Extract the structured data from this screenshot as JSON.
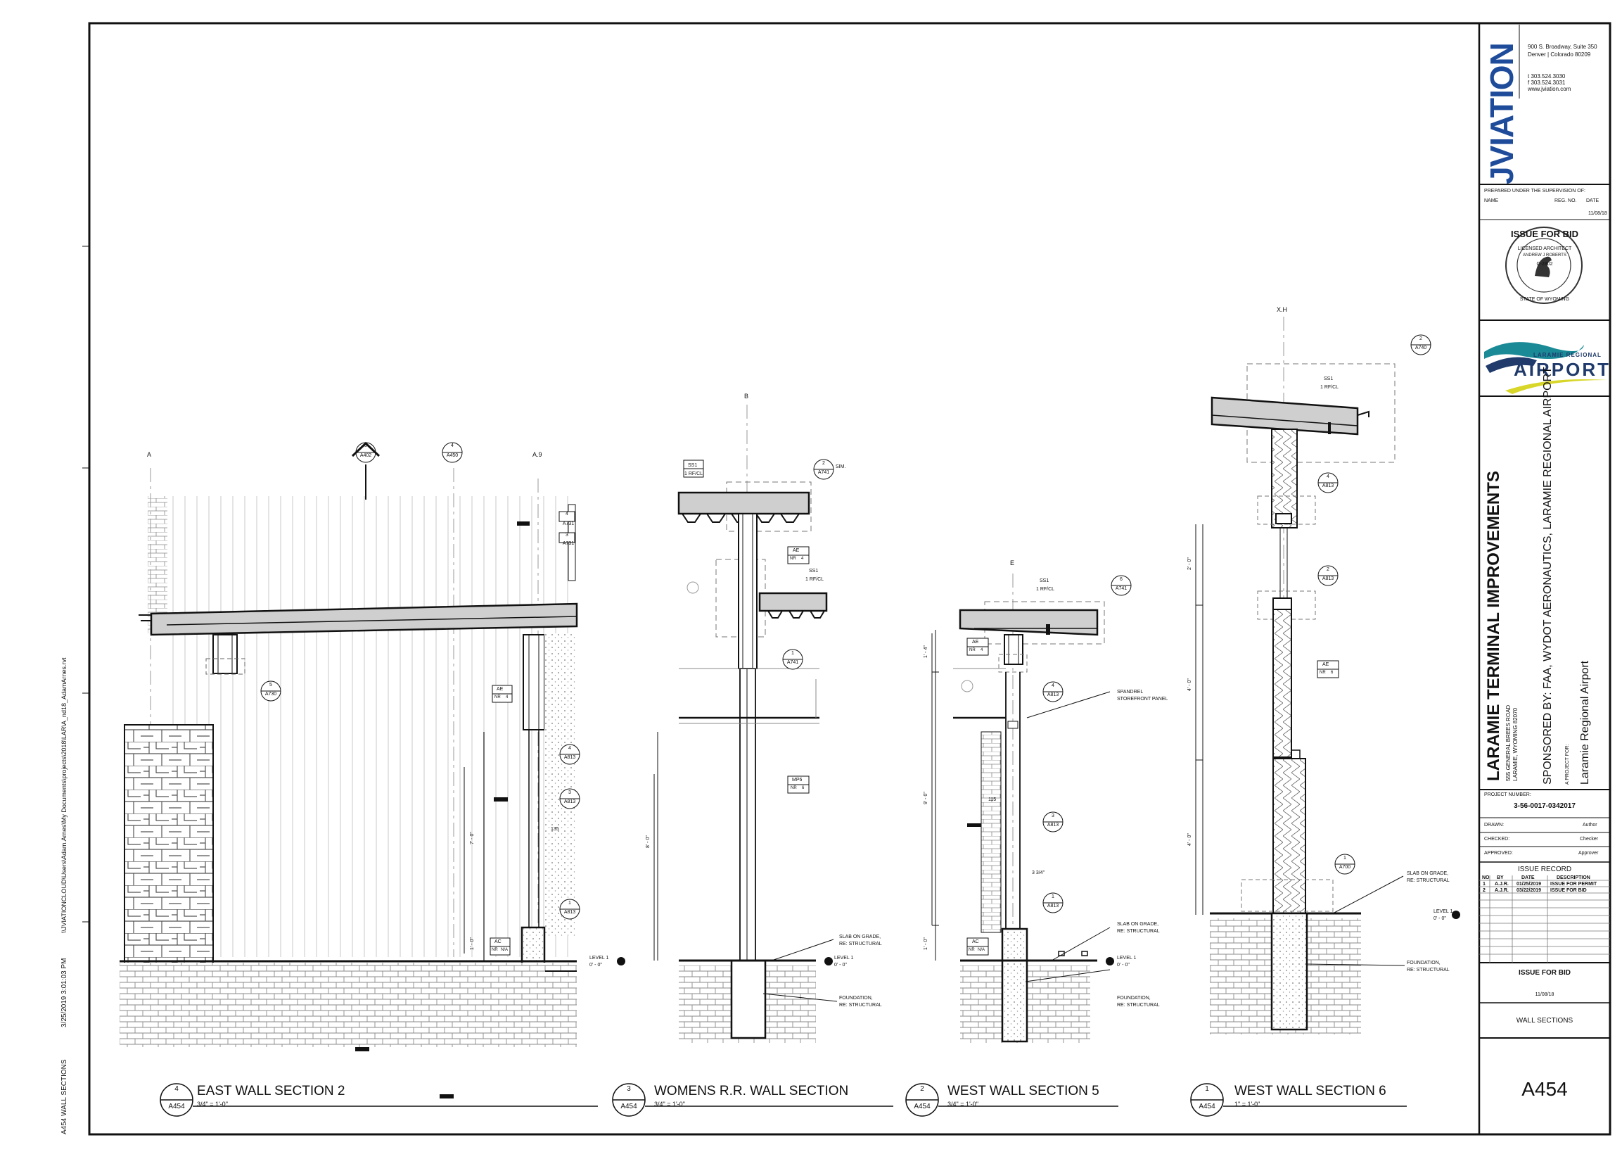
{
  "side_margin": {
    "sheet_name": "A454 WALL SECTIONS",
    "timestamp": "3/25/2019 3:01:03 PM",
    "file_path": "\\\\JVIATIONCLOUD\\Users\\Adam.Arnes\\My Documents\\projects\\2018\\LAR\\A_nd18_AdamArnes.rvt"
  },
  "title_block": {
    "firm_logo": "JVIATION",
    "address_1": "900 S. Broadway, Suite 350",
    "address_2": "Denver | Colorado 80209",
    "phone_t": "t 303.524.3030",
    "phone_f": "f 303.524.3031",
    "website": "www.jviation.com",
    "prepared_under": "PREPARED UNDER THE SUPERVISION OF:",
    "name_label": "NAME",
    "reg_label": "REG. NO.",
    "date_label": "DATE",
    "prepared_date": "11/08/18",
    "issue_heading": "ISSUE FOR BID",
    "seal_top": "LICENSED ARCHITECT",
    "seal_name": "ANDREW J ROBERTS",
    "seal_number": "C-2802",
    "seal_bottom": "STATE OF WYOMING",
    "airport_small": "LARAMIE REGIONAL",
    "airport_big": "AIRPORT",
    "project_title": "LARAMIE TERMINAL IMPROVEMENTS",
    "project_address_1": "555 GENERAL BREES ROAD",
    "project_address_2": "LARAMIE, WYOMING 82070",
    "sponsor": "SPONSORED BY: FAA, WYDOT AERONAUTICS, LARAMIE REGIONAL AIRPORT",
    "project_for_label": "A PROJECT FOR:",
    "project_for": "Laramie Regional Airport",
    "project_number_label": "PROJECT NUMBER:",
    "project_number": "3-56-0017-0342017",
    "drawn_label": "DRAWN:",
    "drawn_value": "Author",
    "checked_label": "CHECKED:",
    "checked_value": "Checker",
    "approved_label": "APPROVED:",
    "approved_value": "Approver",
    "issue_record_title": "ISSUE RECORD",
    "issue_headers": [
      "NO",
      "BY",
      "DATE",
      "DESCRIPTION"
    ],
    "issue_rows": [
      [
        "1",
        "A.J.R.",
        "01/25/2019",
        "ISSUE FOR PERMIT"
      ],
      [
        "2",
        "A.J.R.",
        "03/22/2019",
        "ISSUE FOR BID"
      ]
    ],
    "issue_for_bid": "ISSUE FOR BID",
    "issue_for_bid_date": "11/08/18",
    "sheet_title": "WALL SECTIONS",
    "sheet_number": "A454"
  },
  "views": [
    {
      "num": "4",
      "sheet": "A454",
      "title": "EAST WALL SECTION 2",
      "scale": "3/4\" = 1'-0\""
    },
    {
      "num": "3",
      "sheet": "A454",
      "title": "WOMENS R.R. WALL SECTION",
      "scale": "3/4\" = 1'-0\""
    },
    {
      "num": "2",
      "sheet": "A454",
      "title": "WEST WALL SECTION 5",
      "scale": "3/4\" = 1'-0\""
    },
    {
      "num": "1",
      "sheet": "A454",
      "title": "WEST WALL SECTION 6",
      "scale": "1\" = 1'-0\""
    }
  ],
  "annotations": {
    "grid_a": "A",
    "grid_a9": "A.9",
    "grid_b": "B",
    "grid_e": "E",
    "grid_xh": "X.H",
    "level_1": "LEVEL 1",
    "level_elev": "0' - 0\"",
    "slab_1": "SLAB ON GRADE,",
    "slab_2": "RE: STRUCTURAL",
    "foundation_1": "FOUNDATION,",
    "foundation_2": "RE: STRUCTURAL",
    "spandrel_1": "SPANDREL",
    "spandrel_2": "STOREFRONT PANEL",
    "sim": "SIM.",
    "dim_135": "135",
    "dim_115": "115",
    "dim_3_34": "3 3/4\"",
    "dim_7_0": "7' - 0\"",
    "dim_1_0": "1' - 0\"",
    "dim_8_0": "8' - 0\"",
    "dim_1_4": "1' - 4\"",
    "dim_9_0": "9' - 0\"",
    "dim_2_0": "2' - 0\"",
    "dim_4_0a": "4' - 0\"",
    "dim_4_0b": "4' - 0\"",
    "tag_ss1": "SS1",
    "tag_rfcl": "1 RF/CL",
    "tag_ae": "AE",
    "tag_ac": "AC",
    "tag_mp6": "MP6",
    "tag_nr": "NR",
    "tag_n4": "4",
    "tag_na": "N/A",
    "tag_n6": "6",
    "callouts": [
      {
        "n": "3",
        "s": "A402"
      },
      {
        "n": "4",
        "s": "A450"
      },
      {
        "n": "4",
        "s": "A731"
      },
      {
        "n": "3",
        "s": "A731"
      },
      {
        "n": "5",
        "s": "A730"
      },
      {
        "n": "4",
        "s": "A813"
      },
      {
        "n": "3",
        "s": "A813"
      },
      {
        "n": "1",
        "s": "A813"
      },
      {
        "n": "2",
        "s": "A741"
      },
      {
        "n": "1",
        "s": "A741"
      },
      {
        "n": "6",
        "s": "A741"
      },
      {
        "n": "4",
        "s": "A813"
      },
      {
        "n": "3",
        "s": "A813"
      },
      {
        "n": "1",
        "s": "A813"
      },
      {
        "n": "2",
        "s": "A740"
      },
      {
        "n": "4",
        "s": "A813"
      },
      {
        "n": "2",
        "s": "A813"
      },
      {
        "n": "1",
        "s": "A700"
      }
    ]
  },
  "colors": {
    "line": "#111111",
    "roof_fill": "#cfcfcf",
    "airport_teal": "#1a8a96",
    "airport_navy": "#1f3a6b",
    "airport_yellow": "#d8d628",
    "firm_blue": "#1e4b9a"
  }
}
